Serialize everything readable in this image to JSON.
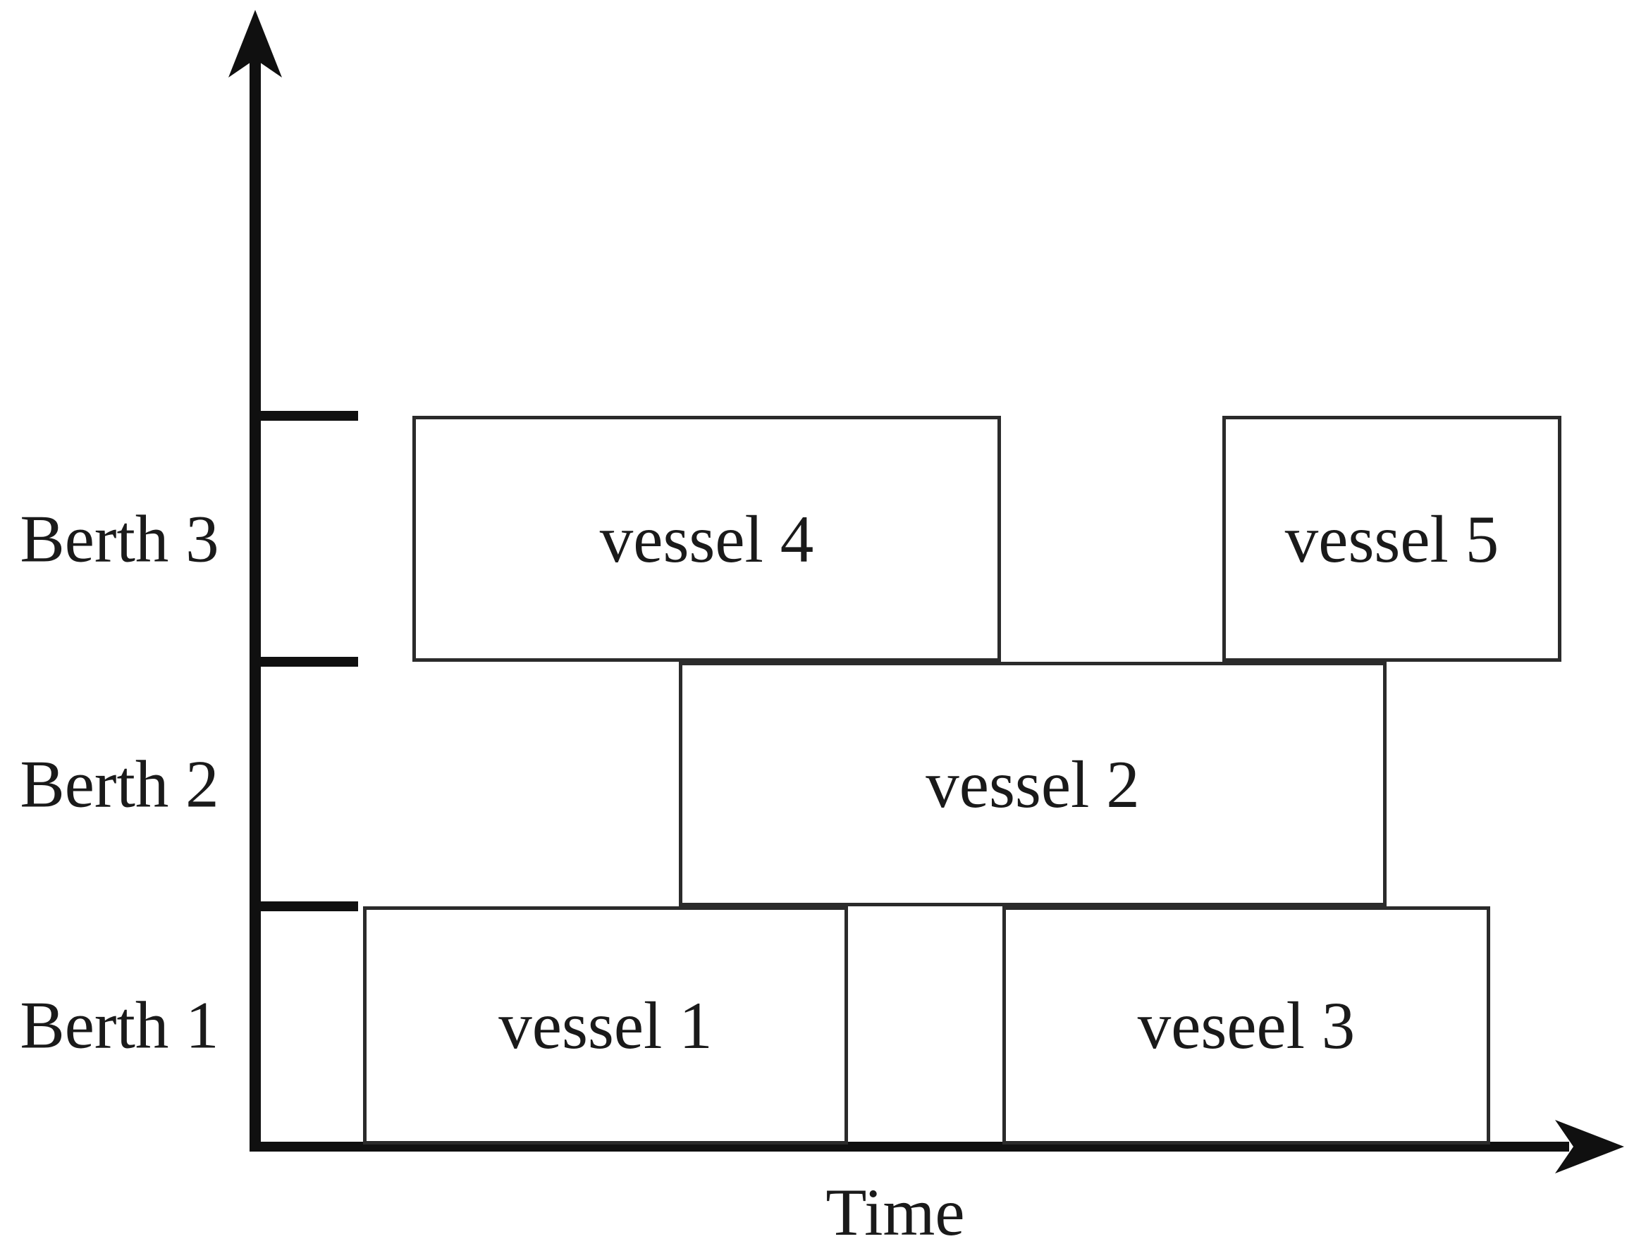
{
  "figure": {
    "xlabel": "Time",
    "berth_rows": [
      {
        "label": "Berth 3"
      },
      {
        "label": "Berth 2"
      },
      {
        "label": "Berth 1"
      }
    ]
  },
  "chart_data": {
    "type": "gantt",
    "title": "",
    "xlabel": "Time",
    "ylabel": "",
    "y_categories": [
      "Berth 1",
      "Berth 2",
      "Berth 3"
    ],
    "x_axis_labeled": false,
    "legend": "none",
    "vessels": [
      {
        "label": "vessel 1",
        "berth": "Berth 1",
        "start_frac": 0.079,
        "end_frac": 0.434
      },
      {
        "label": "vessel 2",
        "berth": "Berth 2",
        "start_frac": 0.31,
        "end_frac": 0.828
      },
      {
        "label": "veseel 3",
        "berth": "Berth 1",
        "start_frac": 0.547,
        "end_frac": 0.904
      },
      {
        "label": "vessel 4",
        "berth": "Berth 3",
        "start_frac": 0.115,
        "end_frac": 0.546
      },
      {
        "label": "vessel 5",
        "berth": "Berth 3",
        "start_frac": 0.708,
        "end_frac": 0.956
      }
    ]
  },
  "colors": {
    "ink": "#101010",
    "box_border": "#2b2b2b",
    "text": "#1a1a1a",
    "background": "#ffffff"
  }
}
